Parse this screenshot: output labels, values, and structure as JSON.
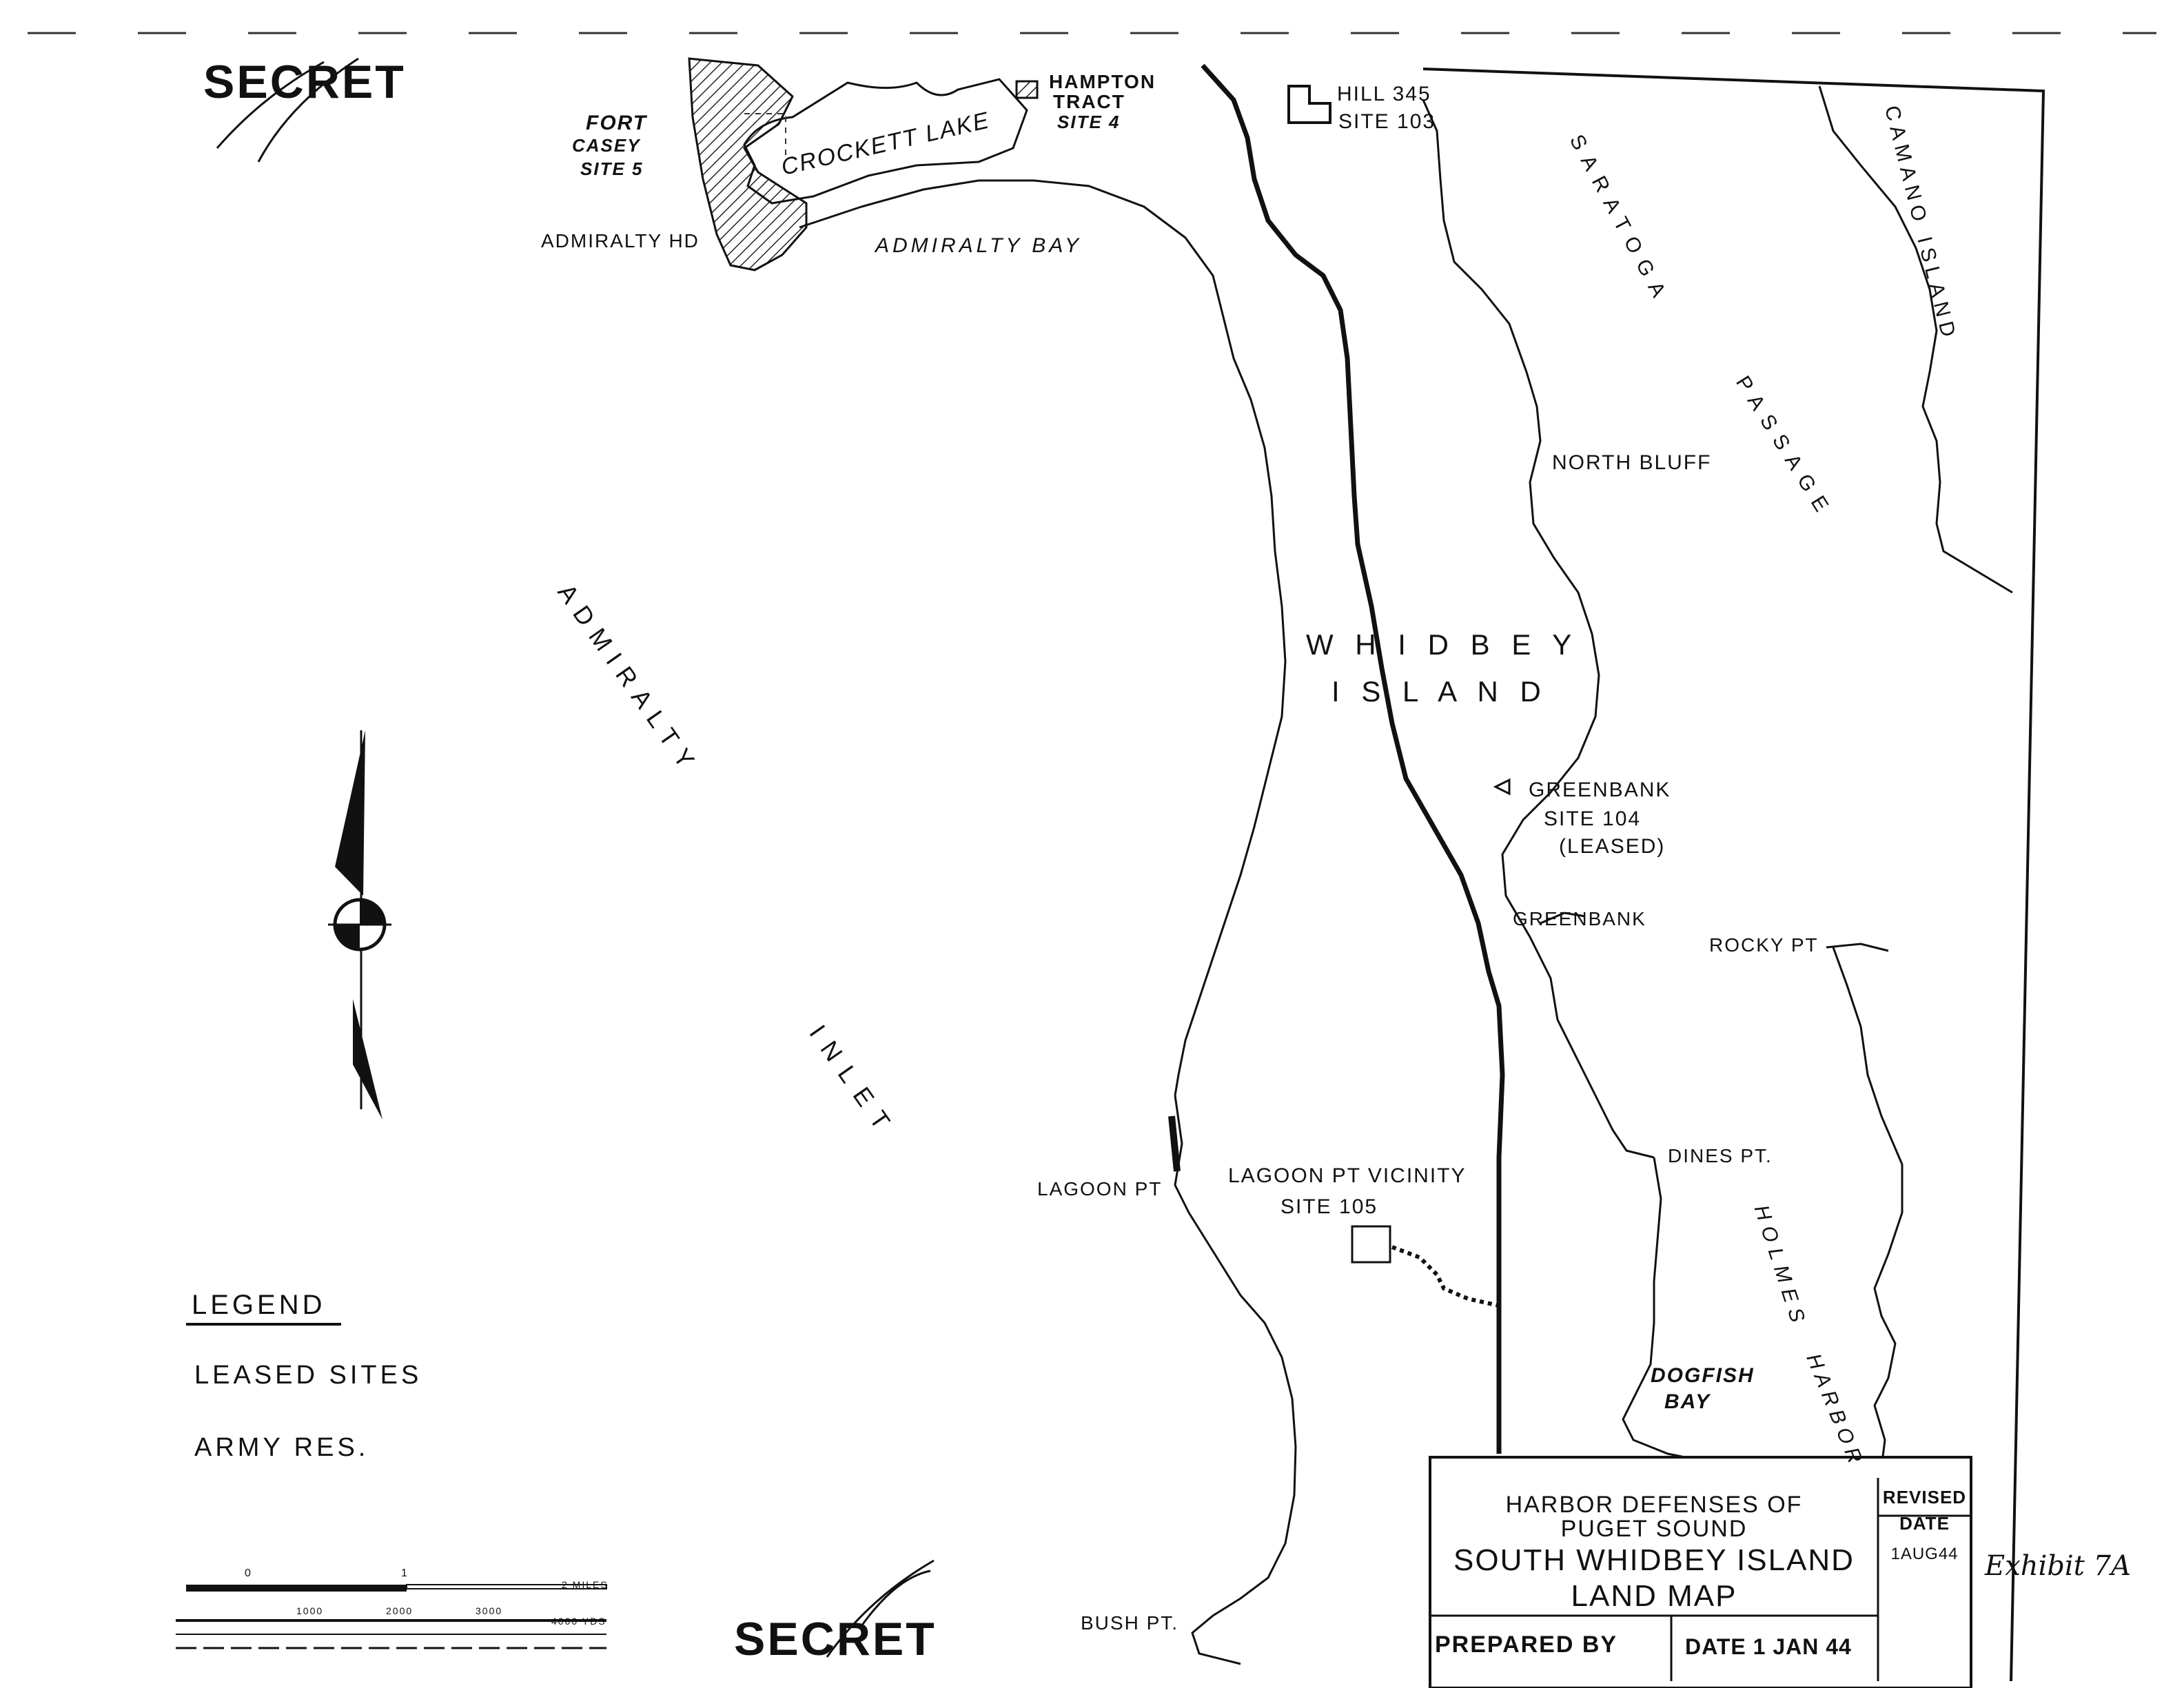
{
  "classification": {
    "top": "SECRET",
    "bottom": "SECRET"
  },
  "places": {
    "fort_casey": [
      "FORT",
      "CASEY",
      "SITE 5"
    ],
    "hampton": [
      "HAMPTON",
      "TRACT",
      "SITE 4"
    ],
    "hill": [
      "HILL 345",
      "SITE 103"
    ],
    "crockett_lake": "CROCKETT LAKE",
    "admiralty_hd": "ADMIRALTY HD",
    "admiralty_bay": "ADMIRALTY BAY",
    "saratoga_passage": [
      "SARATOGA",
      "PASSAGE"
    ],
    "camano_island": "CAMANO ISLAND",
    "north_bluff": "NORTH BLUFF",
    "whidbey_island": [
      "W H I D B E Y",
      "I S L A N D"
    ],
    "admiralty_inlet": [
      "ADMIRALTY",
      "INLET"
    ],
    "greenbank_site": [
      "GREENBANK",
      "SITE 104",
      "(LEASED)"
    ],
    "greenbank": "GREENBANK",
    "rocky_pt": "ROCKY PT",
    "dines_pt": "DINES PT.",
    "holmes_harbor": [
      "HOLMES",
      "HARBOR"
    ],
    "dogfish_bay": [
      "DOGFISH",
      "BAY"
    ],
    "lagoon_pt": "LAGOON PT",
    "lagoon_site": [
      "LAGOON PT VICINITY",
      "SITE 105"
    ],
    "bush_pt": "BUSH PT."
  },
  "legend": {
    "title": "LEGEND",
    "items": [
      "LEASED SITES",
      "ARMY RES."
    ]
  },
  "title_block": {
    "lines": [
      "HARBOR DEFENSES OF",
      "PUGET SOUND",
      "SOUTH WHIDBEY ISLAND",
      "LAND MAP"
    ],
    "revised_label": [
      "REVISED",
      "DATE"
    ],
    "revised_date": "1AUG44",
    "prepared_by": "PREPARED BY",
    "date": "DATE 1 JAN 44"
  },
  "handwritten_note": "Exhibit 7A",
  "scale_bar": {
    "miles": [
      "0",
      "1",
      "2 MILES"
    ],
    "feet_labels": [
      "1000",
      "2000",
      "3000",
      "4000 YDS"
    ]
  }
}
